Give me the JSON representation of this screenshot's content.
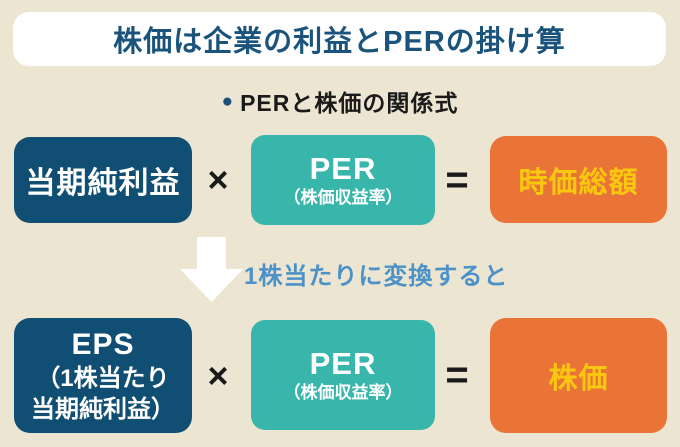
{
  "colors": {
    "background": "#ece5d1",
    "banner_bg": "#ffffff",
    "title_text": "#1a537b",
    "navy_box": "#114e73",
    "teal_box": "#38b6ab",
    "orange_box": "#ea7338",
    "yellow_text": "#f8c810",
    "white_text": "#ffffff",
    "black_text": "#1a1a1a",
    "blue_label": "#4c92c8",
    "bullet": "#1b5277"
  },
  "title": "株価は企業の利益とPERの掛け算",
  "subtitle": {
    "bullet": "●",
    "text": "PERと株価の関係式"
  },
  "formula_top": {
    "term1": "当期純利益",
    "operator_multiply": "×",
    "term2_main": "PER",
    "term2_sub": "（株価収益率）",
    "operator_equals": "=",
    "result": "時価総額"
  },
  "transition": {
    "arrow_icon": "down-arrow",
    "label": "1株当たりに変換すると"
  },
  "formula_bottom": {
    "term1_main": "EPS",
    "term1_sub1": "（1株当たり",
    "term1_sub2": "当期純利益）",
    "operator_multiply": "×",
    "term2_main": "PER",
    "term2_sub": "（株価収益率）",
    "operator_equals": "=",
    "result": "株価"
  }
}
